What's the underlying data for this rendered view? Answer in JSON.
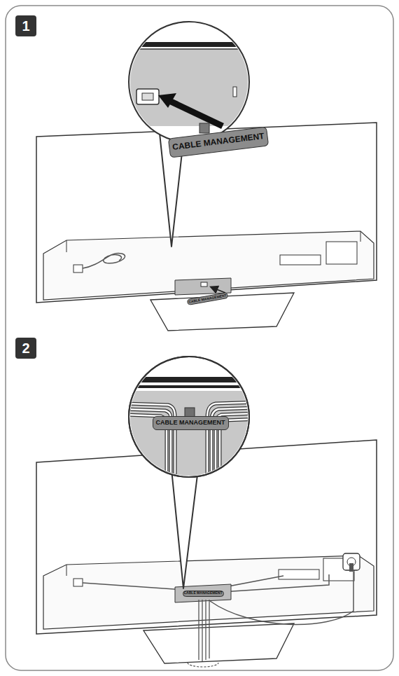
{
  "diagram": {
    "nodes": [
      {
        "text": [
          "1"
        ]
      },
      {
        "text": [
          "CABLE MANAGEMENT"
        ]
      },
      {
        "text": [
          "CABLE MANAGEMENT"
        ]
      },
      {
        "text": [
          "2"
        ]
      },
      {
        "text": [
          "CABLE MANAGEMENT"
        ]
      },
      {
        "text": [
          "CABLE MANAGEMENT"
        ]
      }
    ]
  }
}
